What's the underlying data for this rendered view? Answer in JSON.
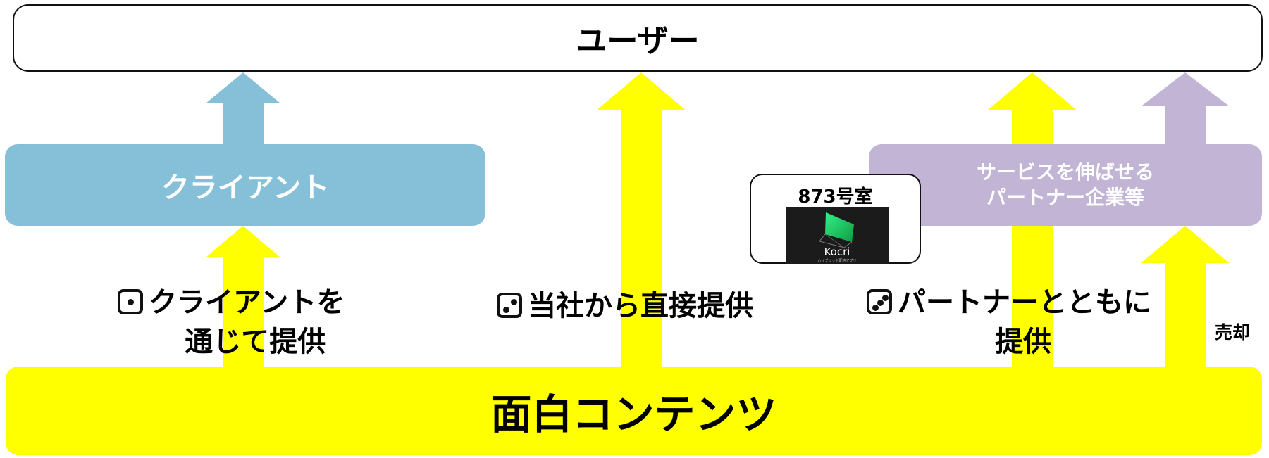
{
  "nodes": {
    "user": "ユーザー",
    "client": "クライアント",
    "partner": {
      "line1": "サービスを伸ばせる",
      "line2": "パートナー企業等"
    },
    "content": "面白コンテンツ",
    "room": {
      "title": "873号室",
      "logo_text": "Kocri",
      "logo_subtext": "ハイブリッド配信アプリ"
    }
  },
  "routes": [
    {
      "number": 1,
      "icon": "dice-one-icon",
      "line1": "クライアントを",
      "line2": "通じて提供"
    },
    {
      "number": 2,
      "icon": "dice-two-icon",
      "line1": "当社から直接提供"
    },
    {
      "number": 3,
      "icon": "dice-three-icon",
      "line1": "パートナーとともに",
      "line2": "提供"
    }
  ],
  "sale_label": "売却",
  "colors": {
    "yellow": "#ffff00",
    "client_blue": "#86bfd8",
    "partner_purple": "#c1b4d5",
    "outline": "#111111"
  }
}
